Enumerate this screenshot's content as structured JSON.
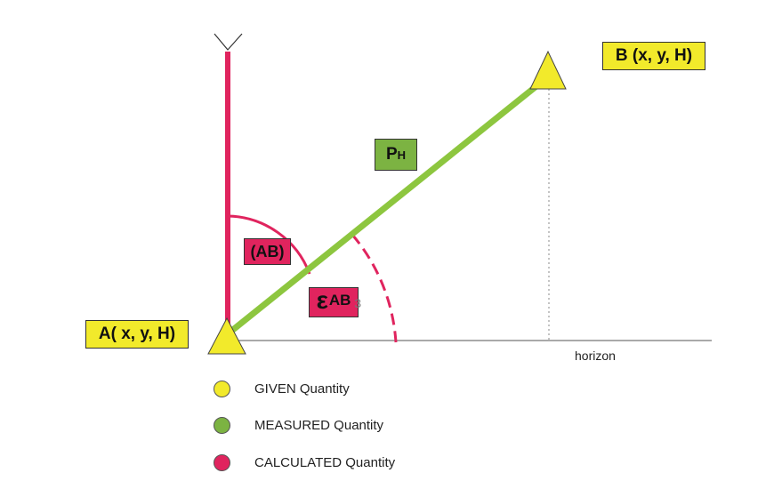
{
  "points": {
    "b_label": "B (x, y, H)",
    "a_label": "A( x, y, H)"
  },
  "labels": {
    "distance_main": "P",
    "distance_sub": "H",
    "azimuth": "(AB)",
    "elevation_symbol": "ε",
    "elevation_sub": "AB",
    "elevation_trailing": "3",
    "horizon": "horizon"
  },
  "legend": [
    {
      "label": "GIVEN Quantity",
      "color": "#f2ea2b"
    },
    {
      "label": "MEASURED Quantity",
      "color": "#7cb342"
    },
    {
      "label": "CALCULATED Quantity",
      "color": "#e0245e"
    }
  ],
  "colors": {
    "given": "#f2ea2b",
    "measured": "#7cb342",
    "calculated": "#e0245e"
  }
}
